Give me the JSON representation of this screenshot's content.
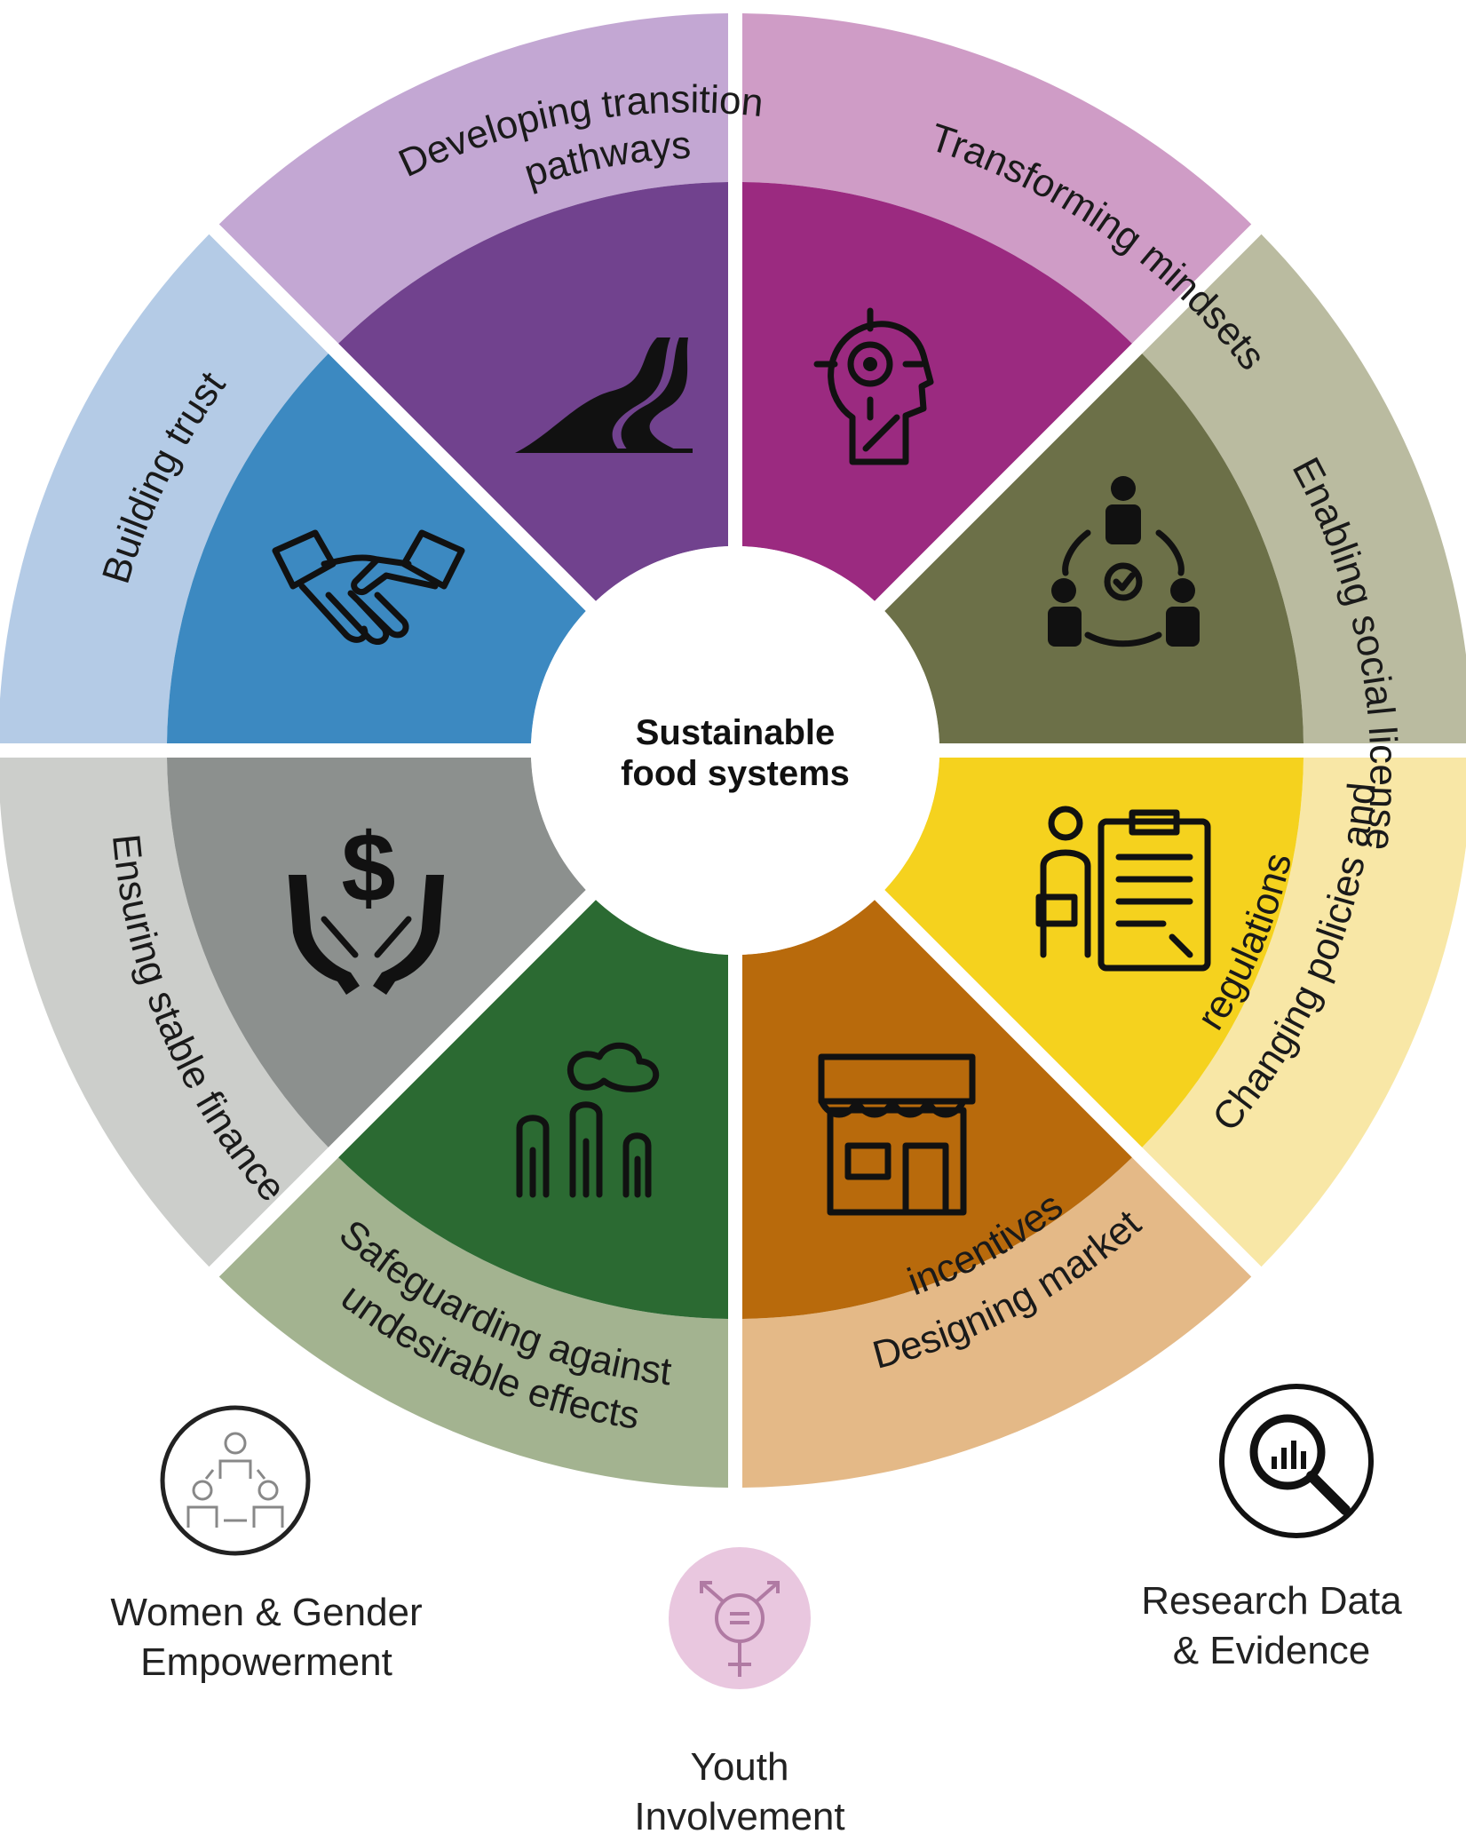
{
  "center": {
    "line1": "Sustainable",
    "line2": "food systems"
  },
  "segments": [
    {
      "id": "transition",
      "label_lines": [
        "Developing transition",
        "pathways"
      ],
      "icon": "winding-road-icon",
      "inner_color": "#9b2a80",
      "outer_color": "#cf9cc6"
    },
    {
      "id": "mindsets",
      "label_lines": [
        "Transforming mindsets"
      ],
      "icon": "head-target-icon",
      "inner_color": "#6c7048",
      "outer_color": "#babba0"
    },
    {
      "id": "social-license",
      "label_lines": [
        "Enabling social license"
      ],
      "icon": "team-network-icon",
      "inner_color": "#f5d21e",
      "outer_color": "#f8e7a6"
    },
    {
      "id": "policies",
      "label_lines": [
        "Changing policies and",
        "regulations"
      ],
      "icon": "policy-clipboard-icon",
      "inner_color": "#b86a0c",
      "outer_color": "#e4b987"
    },
    {
      "id": "market",
      "label_lines": [
        "Designing market",
        "incentives"
      ],
      "icon": "storefront-icon",
      "inner_color": "#2b6a32",
      "outer_color": "#a3b390"
    },
    {
      "id": "safeguarding",
      "label_lines": [
        "Safeguarding against",
        "undesirable effects"
      ],
      "icon": "factory-icon",
      "inner_color": "#8c908e",
      "outer_color": "#cccecb"
    },
    {
      "id": "finance",
      "label_lines": [
        "Ensuring stable finance"
      ],
      "icon": "hands-dollar-icon",
      "inner_color": "#3c89c1",
      "outer_color": "#b4cbe6"
    },
    {
      "id": "trust",
      "label_lines": [
        "Building trust"
      ],
      "icon": "handshake-icon",
      "inner_color": "#71428e",
      "outer_color": "#c3a7d3"
    }
  ],
  "cross_cutting": [
    {
      "id": "women",
      "label_lines": [
        "Women & Gender",
        "Empowerment"
      ],
      "icon": "people-group-icon"
    },
    {
      "id": "youth",
      "label_lines": [
        "Youth",
        "Involvement"
      ],
      "icon": "gender-symbol-icon",
      "color": "#e9c7df"
    },
    {
      "id": "research",
      "label_lines": [
        "Research Data",
        "& Evidence"
      ],
      "icon": "magnifier-chart-icon"
    }
  ]
}
